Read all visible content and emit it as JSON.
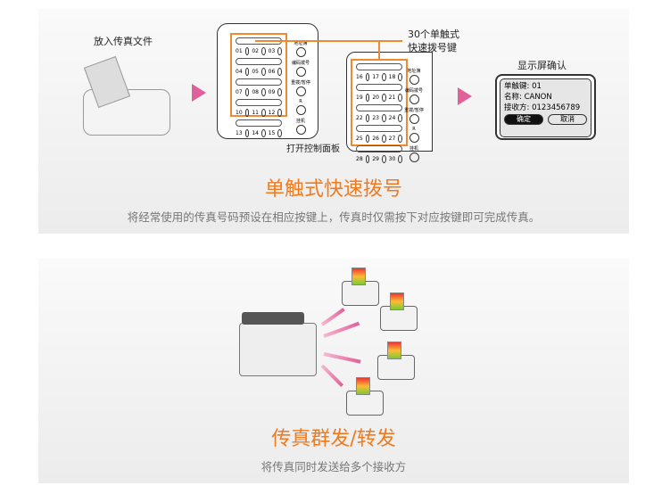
{
  "section1": {
    "step1_label": "放入传真文件",
    "callout": [
      "30个单触式",
      "快速拨号键"
    ],
    "open_panel_label": "打开控制面板",
    "keys_left": [
      "01",
      "02",
      "03",
      "04",
      "05",
      "06",
      "07",
      "08",
      "09",
      "10",
      "11",
      "12",
      "13",
      "14",
      "15"
    ],
    "keys_right": [
      "16",
      "17",
      "18",
      "19",
      "20",
      "21",
      "22",
      "23",
      "24",
      "25",
      "26",
      "27",
      "28",
      "29",
      "30"
    ],
    "side_buttons": [
      "地址簿",
      "编码拨号",
      "重拨/暂停",
      "R",
      "挂机"
    ],
    "step3_label": "显示屏确认",
    "screen": {
      "line1": "单触键: 01",
      "line2": "名称: CANON",
      "line3": "接收方: 0123456789",
      "ok": "确定",
      "cancel": "取消"
    },
    "title": "单触式快速拨号",
    "description": "将经常使用的传真号码预设在相应按键上，传真时仅需按下对应按键即可完成传真。"
  },
  "section2": {
    "title": "传真群发/转发",
    "description": "将传真同时发送给多个接收方"
  },
  "colors": {
    "accent": "#f07a1e",
    "arrow": "#e0609a"
  }
}
